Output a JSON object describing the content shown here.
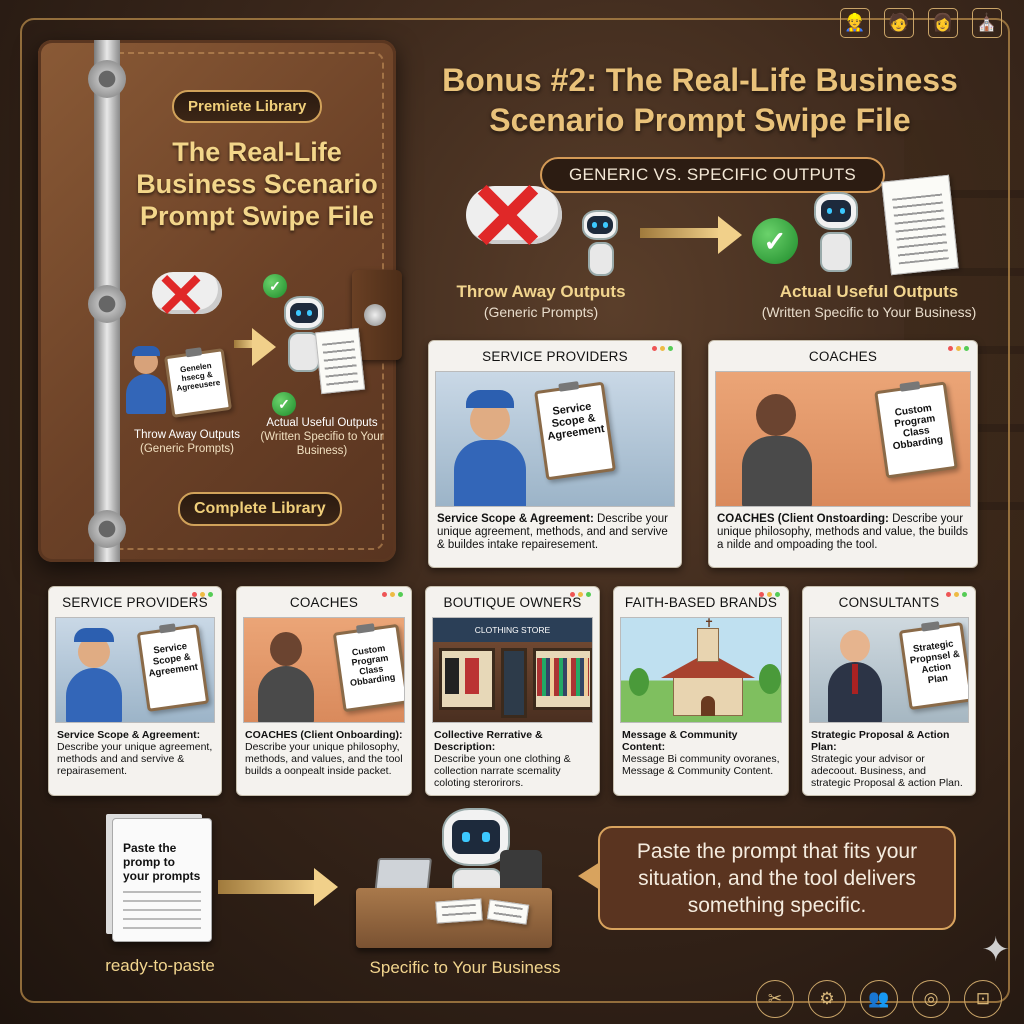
{
  "top_icons": [
    "👷",
    "🧑",
    "👩",
    "⛪"
  ],
  "binder": {
    "badge": "Premiete Library",
    "title": "The Real-Life Business Scenario Prompt Swipe File",
    "clip_text": "Genelen hsecg & Agreeusere",
    "left_caption": "Throw Away Outputs",
    "left_sub": "(Generic Prompts)",
    "right_caption": "Actual Useful Outputs",
    "right_sub": "(Written Specifio to Your Business)",
    "footer": "Complete Library"
  },
  "header": {
    "title": "Bonus #2: The Real-Life Business Scenario Prompt Swipe File",
    "compare_label": "GENERIC VS. SPECIFIC OUTPUTS",
    "left_caption": "Throw Away Outputs",
    "left_sub": "(Generic Prompts)",
    "right_caption": "Actual Useful Outputs",
    "right_sub": "(Written Specific to Your Business)"
  },
  "big_cards": [
    {
      "title": "SERVICE PROVIDERS",
      "clip": "Service Scope & Agreement",
      "bold": "Service Scope & Agreement:",
      "text": "Describe your unique agreement, methods, and and servive & buildes intake repairesement."
    },
    {
      "title": "COACHES",
      "clip": "Custom Program Class Obbarding",
      "bold": "COACHES (Client Onstoarding:",
      "text": "Describe your unique philosophy, methods and value, the builds a nilde and ompoading the tool."
    }
  ],
  "small_cards": [
    {
      "title": "SERVICE PROVIDERS",
      "clip": "Service Scope & Agreement",
      "bold": "Service Scope & Agreement:",
      "text": "Describe your unique agreement, methods and and servive & repairasement."
    },
    {
      "title": "COACHES",
      "clip": "Custom Program Class Obbarding",
      "bold": "COACHES (Client Onboarding):",
      "text": "Describe your unique philosophy, methods, and values, and the tool builds a oonpealt inside packet."
    },
    {
      "title": "BOUTIQUE OWNERS",
      "clip": "CLOTHING STORE",
      "bold": "Collective Rerrative & Description:",
      "text": "Describe youn one clothing & collection narrate scemality coloting sterorirors."
    },
    {
      "title": "FAITH-BASED BRANDS",
      "clip": "",
      "bold": "Message & Community Content:",
      "text": "Message Bi community ovoranes, Message & Community Content."
    },
    {
      "title": "CONSULTANTS",
      "clip": "Strategic Propnsel & Action Plan",
      "bold": "Strategic Proposal & Action Plan:",
      "text": "Strategic your advisor or adecoout. Business, and strategic Proposal & action Plan."
    }
  ],
  "bottom": {
    "doc_text": "Paste the promp to your prompts",
    "left_caption": "ready-to-paste",
    "center_caption": "Specific to Your Business",
    "bubble": "Paste the prompt that fits your situation, and the tool delivers something specific."
  },
  "bottom_icons": [
    "✂",
    "⚙",
    "👥",
    "◎",
    "⊡"
  ],
  "colors": {
    "gold": "#e9c27a",
    "accent": "#d8a35e",
    "dark": "#2c1c12"
  }
}
